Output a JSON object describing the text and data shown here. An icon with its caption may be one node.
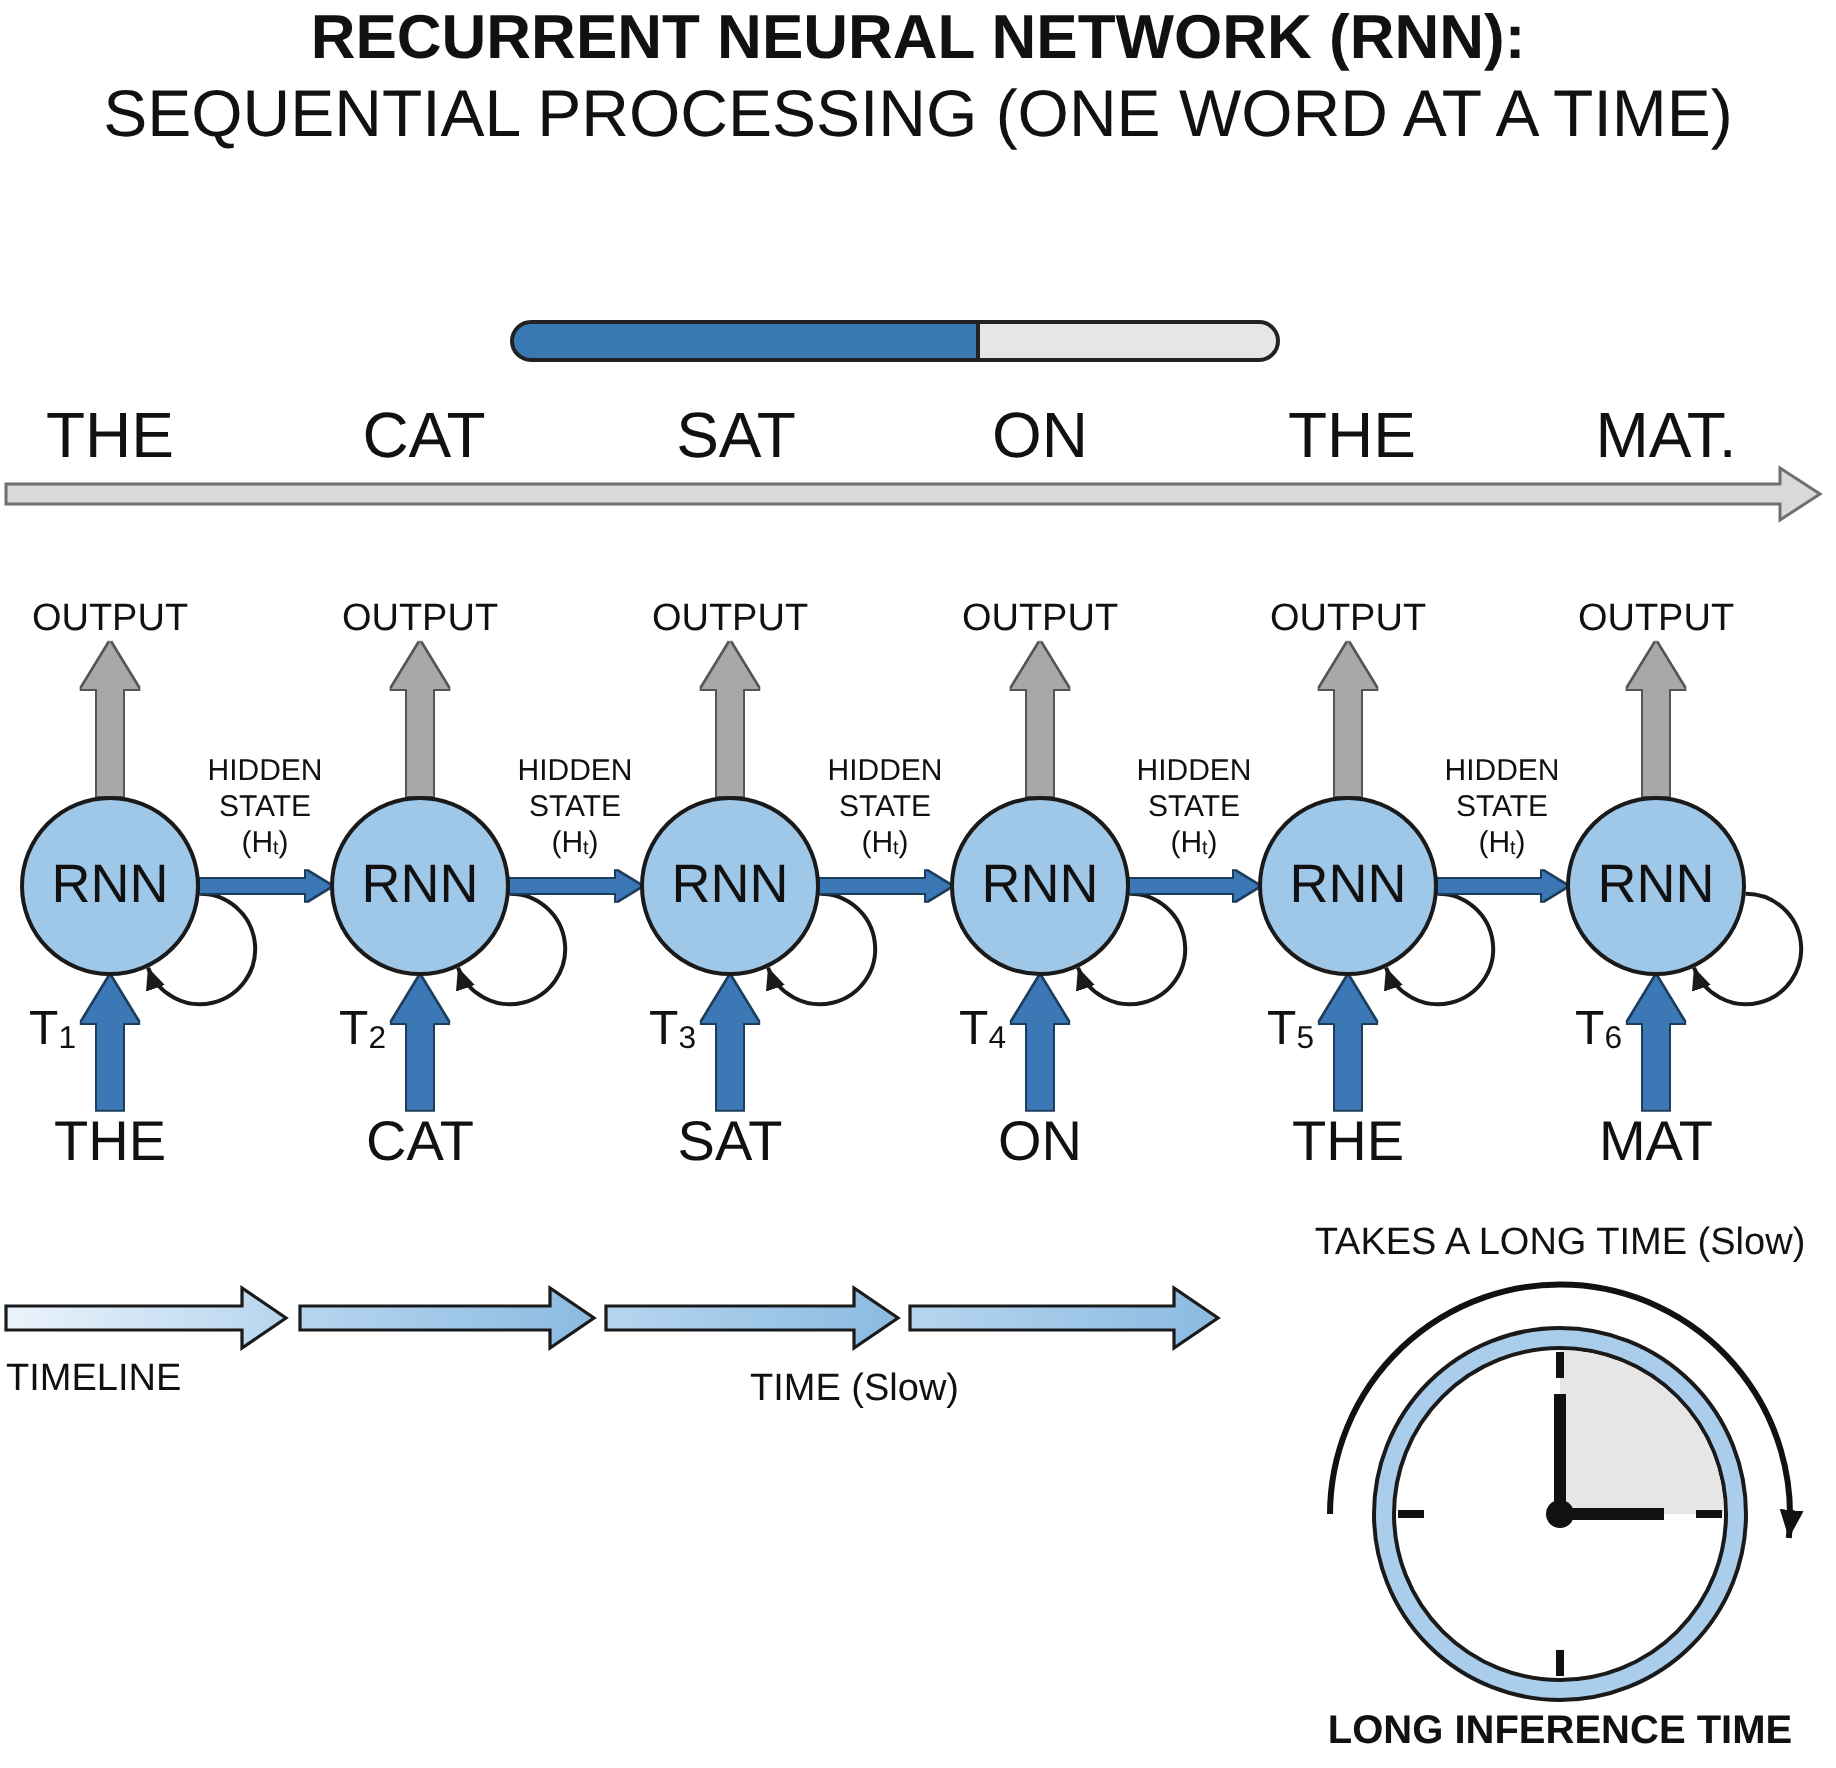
{
  "diagram": {
    "title": "**RECURRENT NEURAL NETWORK (RNN):** SEQUENTIAL PROCESSING (ONE WORD AT A TIME)",
    "nodes": [
      {
        "text": [
          "OUTPUT"
        ]
      },
      {
        "text": [
          "OUTPUT"
        ]
      },
      {
        "text": [
          "OUTPUT"
        ]
      },
      {
        "text": [
          "OUTPUT"
        ]
      },
      {
        "text": [
          "OUTPUT"
        ]
      },
      {
        "text": [
          "OUTPUT"
        ]
      },
      {
        "text": [
          "RNN"
        ]
      },
      {
        "text": [
          "RNN"
        ]
      },
      {
        "text": [
          "RNN"
        ]
      },
      {
        "text": [
          "RNN"
        ]
      },
      {
        "text": [
          "RNN"
        ]
      },
      {
        "text": [
          "RNN"
        ]
      },
      {
        "text": [
          "THE"
        ]
      },
      {
        "text": [
          "CAT"
        ]
      },
      {
        "text": [
          "SAT"
        ]
      },
      {
        "text": [
          "ON"
        ]
      },
      {
        "text": [
          "THE"
        ]
      },
      {
        "text": [
          "MAT"
        ]
      }
    ],
    "edges": [
      {
        "from": 12,
        "to": 6,
        "arrow": "to",
        "label": "T$_{1}$"
      },
      {
        "from": 6,
        "to": 0,
        "arrow": "to",
        "color": "#a8a8a8"
      },
      {
        "from": 6,
        "to": 6,
        "arrow": "to",
        "color": "#1a1a1a"
      },
      {
        "from": 6,
        "to": 7,
        "arrow": "to",
        "label": "HIDDEN STATE (H$_{t}$)"
      },
      {
        "from": 13,
        "to": 7,
        "arrow": "to",
        "label": "T$_{2}$"
      },
      {
        "from": 7,
        "to": 1,
        "arrow": "to",
        "color": "#a8a8a8"
      },
      {
        "from": 7,
        "to": 7,
        "arrow": "to",
        "color": "#1a1a1a"
      },
      {
        "from": 7,
        "to": 8,
        "arrow": "to",
        "label": "HIDDEN STATE (H$_{t}$)"
      },
      {
        "from": 14,
        "to": 8,
        "arrow": "to",
        "label": "T$_{3}$"
      },
      {
        "from": 8,
        "to": 2,
        "arrow": "to",
        "color": "#a8a8a8"
      },
      {
        "from": 8,
        "to": 8,
        "arrow": "to",
        "color": "#1a1a1a"
      },
      {
        "from": 8,
        "to": 9,
        "arrow": "to",
        "label": "HIDDEN STATE (H$_{t}$)"
      },
      {
        "from": 15,
        "to": 9,
        "arrow": "to",
        "label": "T$_{4}$"
      },
      {
        "from": 9,
        "to": 3,
        "arrow": "to",
        "color": "#a8a8a8"
      },
      {
        "from": 9,
        "to": 9,
        "arrow": "to",
        "color": "#1a1a1a"
      },
      {
        "from": 9,
        "to": 10,
        "arrow": "to",
        "label": "HIDDEN STATE (H$_{t}$)"
      },
      {
        "from": 16,
        "to": 10,
        "arrow": "to",
        "label": "T$_{5}$"
      },
      {
        "from": 10,
        "to": 4,
        "arrow": "to",
        "color": "#a8a8a8"
      },
      {
        "from": 10,
        "to": 10,
        "arrow": "to",
        "color": "#1a1a1a"
      },
      {
        "from": 10,
        "to": 11,
        "arrow": "to",
        "label": "HIDDEN STATE (H$_{t}$)"
      },
      {
        "from": 17,
        "to": 11,
        "arrow": "to",
        "label": "T$_{6}$"
      },
      {
        "from": 11,
        "to": 5,
        "arrow": "to",
        "color": "#a8a8a8"
      },
      {
        "from": 11,
        "to": 11,
        "arrow": "to",
        "color": "#1a1a1a"
      }
    ],
    "labels": [
      "THE",
      "CAT",
      "SAT",
      "ON",
      "THE",
      "MAT.",
      "TIMELINE",
      "TIME (Slow)",
      "TAKES A LONG TIME (Slow)",
      "LONG INFERENCE TIME"
    ]
  }
}
